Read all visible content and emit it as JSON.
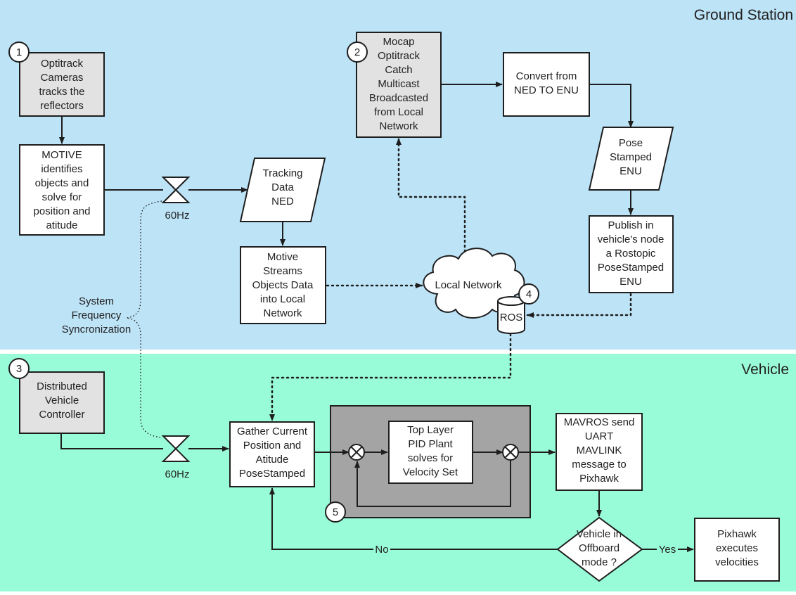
{
  "colors": {
    "ground_bg": "#BDE3F7",
    "vehicle_bg": "#99FCD8",
    "separator": "#FFFFFF",
    "source_fill": "#E2E2E2",
    "process_fill": "#FFFFFF",
    "container_fill": "#A4A4A4",
    "line": "#1E1E1E"
  },
  "regions": {
    "ground": {
      "title": "Ground Station"
    },
    "vehicle": {
      "title": "Vehicle"
    }
  },
  "nodes": {
    "optitrack": {
      "lines": [
        "Optitrack",
        "Cameras",
        "tracks the",
        "reflectors"
      ]
    },
    "motive": {
      "lines": [
        "MOTIVE",
        "identifies",
        "objects and",
        "solve for",
        "position and",
        "atitude"
      ]
    },
    "tracking": {
      "lines": [
        "Tracking",
        "Data",
        "NED"
      ]
    },
    "streams": {
      "lines": [
        "Motive",
        "Streams",
        "Objects Data",
        "into Local",
        "Network"
      ]
    },
    "mocap": {
      "lines": [
        "Mocap",
        "Optitrack",
        "Catch",
        "Multicast",
        "Broadcasted",
        "from Local",
        "Network"
      ]
    },
    "convert": {
      "lines": [
        "Convert from",
        "NED TO ENU"
      ]
    },
    "pose": {
      "lines": [
        "Pose",
        "Stamped",
        "ENU"
      ]
    },
    "publish": {
      "lines": [
        "Publish in",
        "vehicle's node",
        "a Rostopic",
        "PoseStamped",
        "ENU"
      ]
    },
    "network": {
      "lines": [
        "Local Network"
      ]
    },
    "ros": {
      "lines": [
        "ROS"
      ]
    },
    "controller": {
      "lines": [
        "Distributed",
        "Vehicle",
        "Controller"
      ]
    },
    "gather": {
      "lines": [
        "Gather Current",
        "Position and",
        "Atitude",
        "PoseStamped"
      ]
    },
    "pid": {
      "lines": [
        "Top Layer",
        "PID Plant",
        "solves for",
        "Velocity Set"
      ]
    },
    "mavros": {
      "lines": [
        "MAVROS send",
        "UART",
        "MAVLINK",
        "message to",
        "Pixhawk"
      ]
    },
    "decision": {
      "lines": [
        "Vehicle in",
        "Offboard",
        "mode ?"
      ]
    },
    "pixhawk": {
      "lines": [
        "Pixhawk",
        "executes",
        "velocities"
      ]
    }
  },
  "labels": {
    "freq_top": "60Hz",
    "freq_bottom": "60Hz",
    "sync": [
      "System",
      "Frequency",
      "Syncronization"
    ],
    "no": "No",
    "yes": "Yes"
  },
  "badges": [
    "1",
    "2",
    "3",
    "4",
    "5"
  ]
}
